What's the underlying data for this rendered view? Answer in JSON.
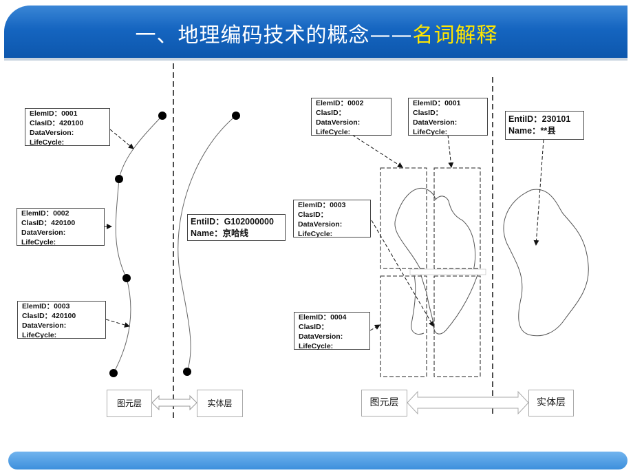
{
  "title": {
    "main": "一、地理编码技术的概念——",
    "highlight": "名词解释"
  },
  "colors": {
    "header": "#1565c0",
    "title_text": "#ffffff",
    "title_highlight": "#ffe600",
    "footer": "#3c8fdc"
  },
  "left_diagram": {
    "elements": [
      {
        "lines": [
          "ElemID：0001",
          "ClasID：420100",
          "DataVersion:",
          "LifeCycle:"
        ]
      },
      {
        "lines": [
          "ElemID：0002",
          "ClasID：420100",
          "DataVersion:",
          "LifeCycle:"
        ]
      },
      {
        "lines": [
          "ElemID：0003",
          "ClasID：420100",
          "DataVersion:",
          "LifeCycle:"
        ]
      }
    ],
    "entity": {
      "id_line": "EntiID：G102000000",
      "name_line": "Name：京哈线"
    },
    "layer_left": "图元层",
    "layer_right": "实体层"
  },
  "right_diagram": {
    "elements": [
      {
        "lines": [
          "ElemID：0002",
          "ClasID：",
          "DataVersion:",
          "LifeCycle:"
        ]
      },
      {
        "lines": [
          "ElemID：0001",
          "ClasID：",
          "DataVersion:",
          "LifeCycle:"
        ]
      },
      {
        "lines": [
          "ElemID：0003",
          "ClasID：",
          "DataVersion:",
          "LifeCycle:"
        ]
      },
      {
        "lines": [
          "ElemID：0004",
          "ClasID：",
          "DataVersion:",
          "LifeCycle:"
        ]
      }
    ],
    "entity": {
      "id_line": "EntiID：230101",
      "name_line": "Name：**县"
    },
    "layer_left": "图元层",
    "layer_right": "实体层"
  }
}
